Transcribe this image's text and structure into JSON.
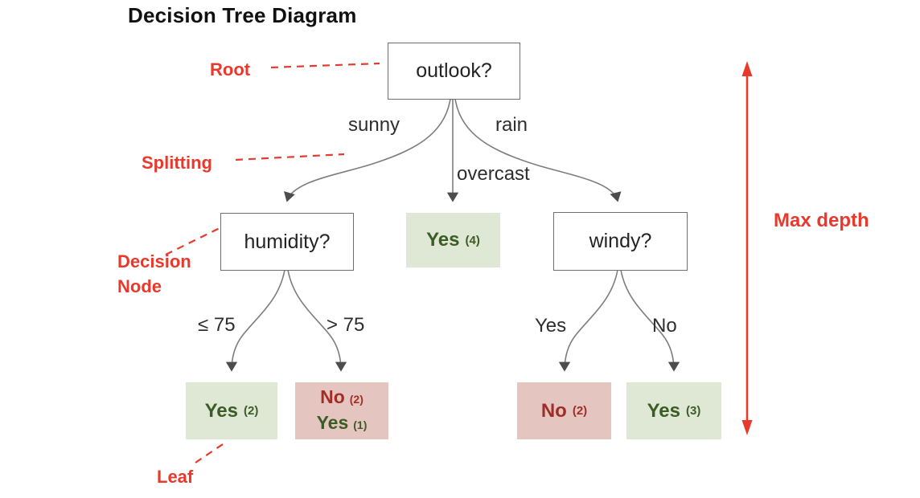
{
  "title": "Decision Tree Diagram",
  "annotations": {
    "root": "Root",
    "splitting": "Splitting",
    "decision_node": "Decision Node",
    "leaf": "Leaf",
    "max_depth": "Max depth"
  },
  "nodes": {
    "outlook": "outlook?",
    "humidity": "humidity?",
    "windy": "windy?"
  },
  "edges": {
    "sunny": "sunny",
    "overcast": "overcast",
    "rain": "rain",
    "humidity_left": "≤ 75",
    "humidity_right": "> 75",
    "windy_left": "Yes",
    "windy_right": "No"
  },
  "leaves": {
    "overcast": {
      "word": "Yes",
      "count": "(4)"
    },
    "humidity_left": {
      "word": "Yes",
      "count": "(2)"
    },
    "humidity_right": {
      "line1": {
        "word": "No",
        "count": "(2)"
      },
      "line2": {
        "word": "Yes",
        "count": "(1)"
      }
    },
    "windy_left": {
      "word": "No",
      "count": "(2)"
    },
    "windy_right": {
      "word": "Yes",
      "count": "(3)"
    }
  },
  "colors": {
    "annotation_red": "#e8392c",
    "leaf_green_bg": "#dfe8d5",
    "leaf_green_text": "#3c5c26",
    "leaf_red_bg": "#e5c5bf",
    "leaf_red_text": "#9e2f28",
    "edge_gray": "#7d7d7d",
    "node_border": "#6e6e6e"
  }
}
